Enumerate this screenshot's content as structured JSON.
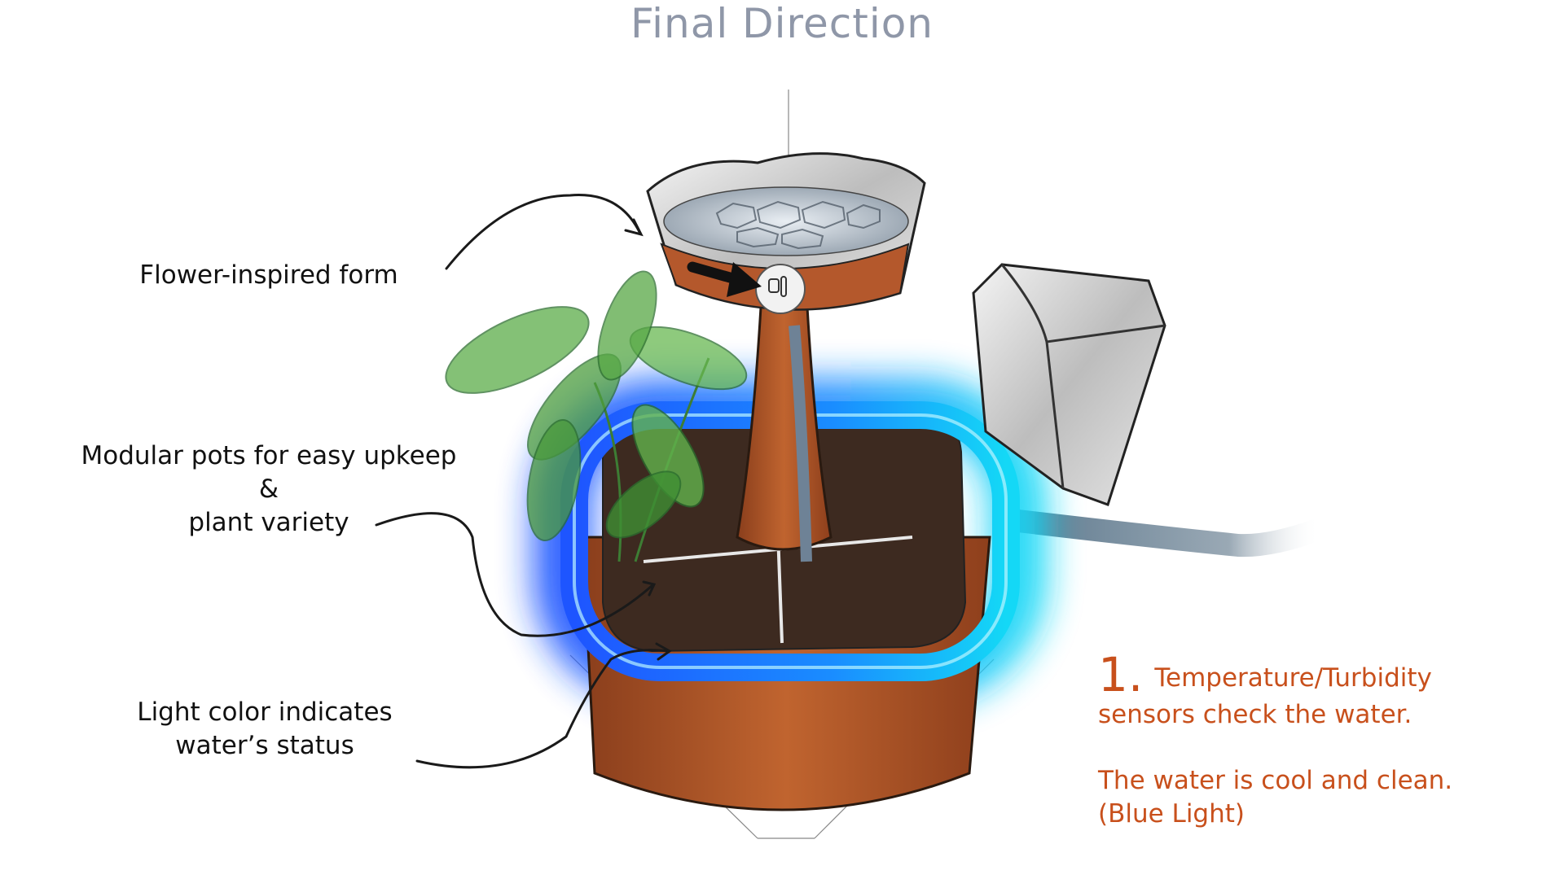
{
  "title": "Final Direction",
  "annotations": {
    "flower_form": "Flower-inspired form",
    "modular_line1": "Modular pots for easy upkeep",
    "modular_line2": "&",
    "modular_line3": "plant variety",
    "light_line1": "Light color indicates",
    "light_line2": "water’s status"
  },
  "step": {
    "number": "1.",
    "line1": "Temperature/Turbidity",
    "line2": "sensors check the water.",
    "status_line1": "The water is cool and clean.",
    "status_line2": "(Blue Light)"
  },
  "colors": {
    "title": "#8f97a8",
    "accent": "#c8501c",
    "terracotta": "#b4582c",
    "glow_blue": "#1e6cff",
    "glow_cyan": "#12d6f5"
  }
}
